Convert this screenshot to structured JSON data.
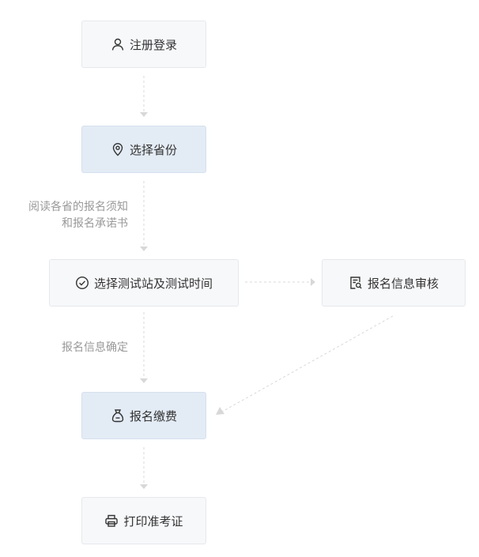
{
  "steps": {
    "register": {
      "label": "注册登录",
      "icon": "user-icon"
    },
    "province": {
      "label": "选择省份",
      "icon": "location-pin-icon"
    },
    "testsite": {
      "label": "选择测试站及测试时间",
      "icon": "check-circle-icon"
    },
    "review": {
      "label": "报名信息审核",
      "icon": "document-review-icon"
    },
    "payment": {
      "label": "报名缴费",
      "icon": "money-bag-icon"
    },
    "print": {
      "label": "打印准考证",
      "icon": "printer-icon"
    }
  },
  "notes": {
    "read_line1": "阅读各省的报名须知",
    "read_line2": "和报名承诺书",
    "confirm": "报名信息确定"
  },
  "colors": {
    "box": "#f7f8fa",
    "active_box": "#e3ebf5",
    "border": "#e6e8eb",
    "connector": "#d8d8d8",
    "note_text": "#999999"
  }
}
